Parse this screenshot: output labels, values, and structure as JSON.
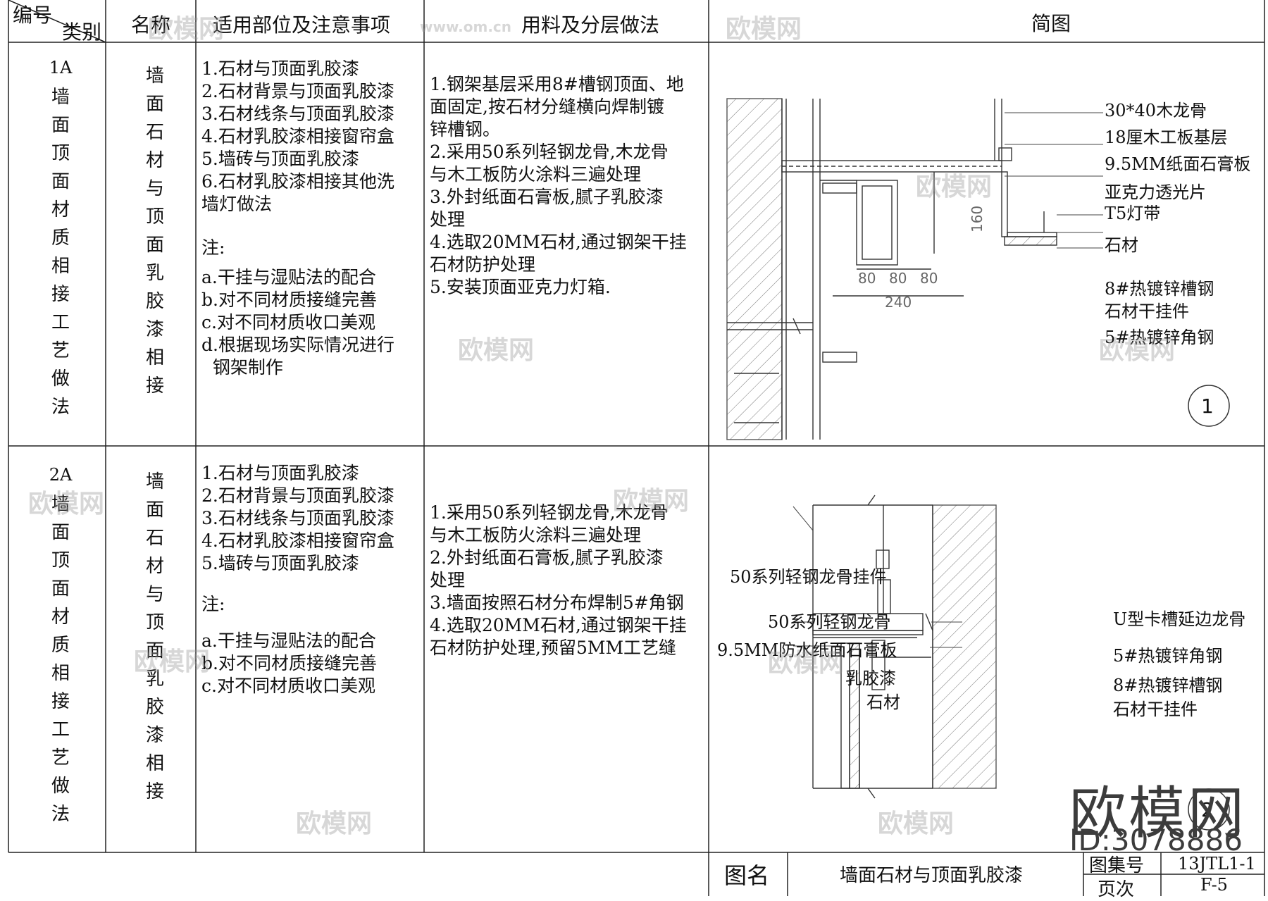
{
  "header": {
    "col_number": "编号",
    "col_category": "类别",
    "col_name": "名称",
    "col_scope": "适用部位及注意事项",
    "col_method": "用料及分层做法",
    "col_diagram": "简图"
  },
  "rows": [
    {
      "id": "1A",
      "category": "墙面顶面材质相接工艺做法",
      "name": "墙面石材与顶面乳胶漆相接",
      "scope_items": [
        "1.石材与顶面乳胶漆",
        "2.石材背景与顶面乳胶漆",
        "3.石材线条与顶面乳胶漆",
        "4.石材乳胶漆相接窗帘盒",
        "5.墙砖与顶面乳胶漆",
        "6.石材乳胶漆相接其他洗",
        "墙灯做法"
      ],
      "note_label": "注:",
      "notes": [
        "a.干挂与湿贴法的配合",
        "b.对不同材质接缝完善",
        "c.对不同材质收口美观",
        "d.根据现场实际情况进行",
        "  钢架制作"
      ],
      "method_items": [
        "1.钢架基层采用8#槽钢顶面、地",
        "面固定,按石材分缝横向焊制镀",
        "锌槽钢。",
        "2.采用50系列轻钢龙骨,木龙骨",
        "与木工板防火涂料三遍处理",
        "3.外封纸面石膏板,腻子乳胶漆",
        "处理",
        "4.选取20MM石材,通过钢架干挂",
        "石材防护处理",
        "5.安装顶面亚克力灯箱."
      ],
      "diagram": {
        "labels": [
          "30*40木龙骨",
          "18厘木工板基层",
          "9.5MM纸面石膏板",
          "亚克力透光片",
          "T5灯带",
          "石材",
          "8#热镀锌槽钢",
          "石材干挂件",
          "5#热镀锌角钢"
        ],
        "dims": [
          "80",
          "80",
          "80",
          "240",
          "160"
        ],
        "number": "1"
      }
    },
    {
      "id": "2A",
      "category": "墙面顶面材质相接工艺做法",
      "name": "墙面石材与顶面乳胶漆相接",
      "scope_items": [
        "1.石材与顶面乳胶漆",
        "2.石材背景与顶面乳胶漆",
        "3.石材线条与顶面乳胶漆",
        "4.石材乳胶漆相接窗帘盒",
        "5.墙砖与顶面乳胶漆"
      ],
      "note_label": "注:",
      "notes": [
        "a.干挂与湿贴法的配合",
        "b.对不同材质接缝完善",
        "c.对不同材质收口美观"
      ],
      "method_items": [
        "1.采用50系列轻钢龙骨,木龙骨",
        "与木工板防火涂料三遍处理",
        "2.外封纸面石膏板,腻子乳胶漆",
        "处理",
        "3.墙面按照石材分布焊制5#角钢",
        "4.选取20MM石材,通过钢架干挂",
        "石材防护处理,预留5MM工艺缝"
      ],
      "diagram": {
        "labels_left": [
          "50系列轻钢龙骨挂件",
          "50系列轻钢龙骨",
          "9.5MM防水纸面石膏板",
          "乳胶漆",
          "石材"
        ],
        "labels_right": [
          "U型卡槽延边龙骨",
          "5#热镀锌角钢",
          "8#热镀锌槽钢",
          "石材干挂件"
        ],
        "number": "2"
      }
    }
  ],
  "footer": {
    "title_label": "图名",
    "title": "墙面石材与顶面乳胶漆",
    "set_label": "图集号",
    "set_value": "13JTL1-1",
    "page_label": "页次",
    "page_value": "F-5"
  },
  "watermark": {
    "brand": "欧模网",
    "id_text": "ID:3078886",
    "url": "www.om.cn"
  }
}
